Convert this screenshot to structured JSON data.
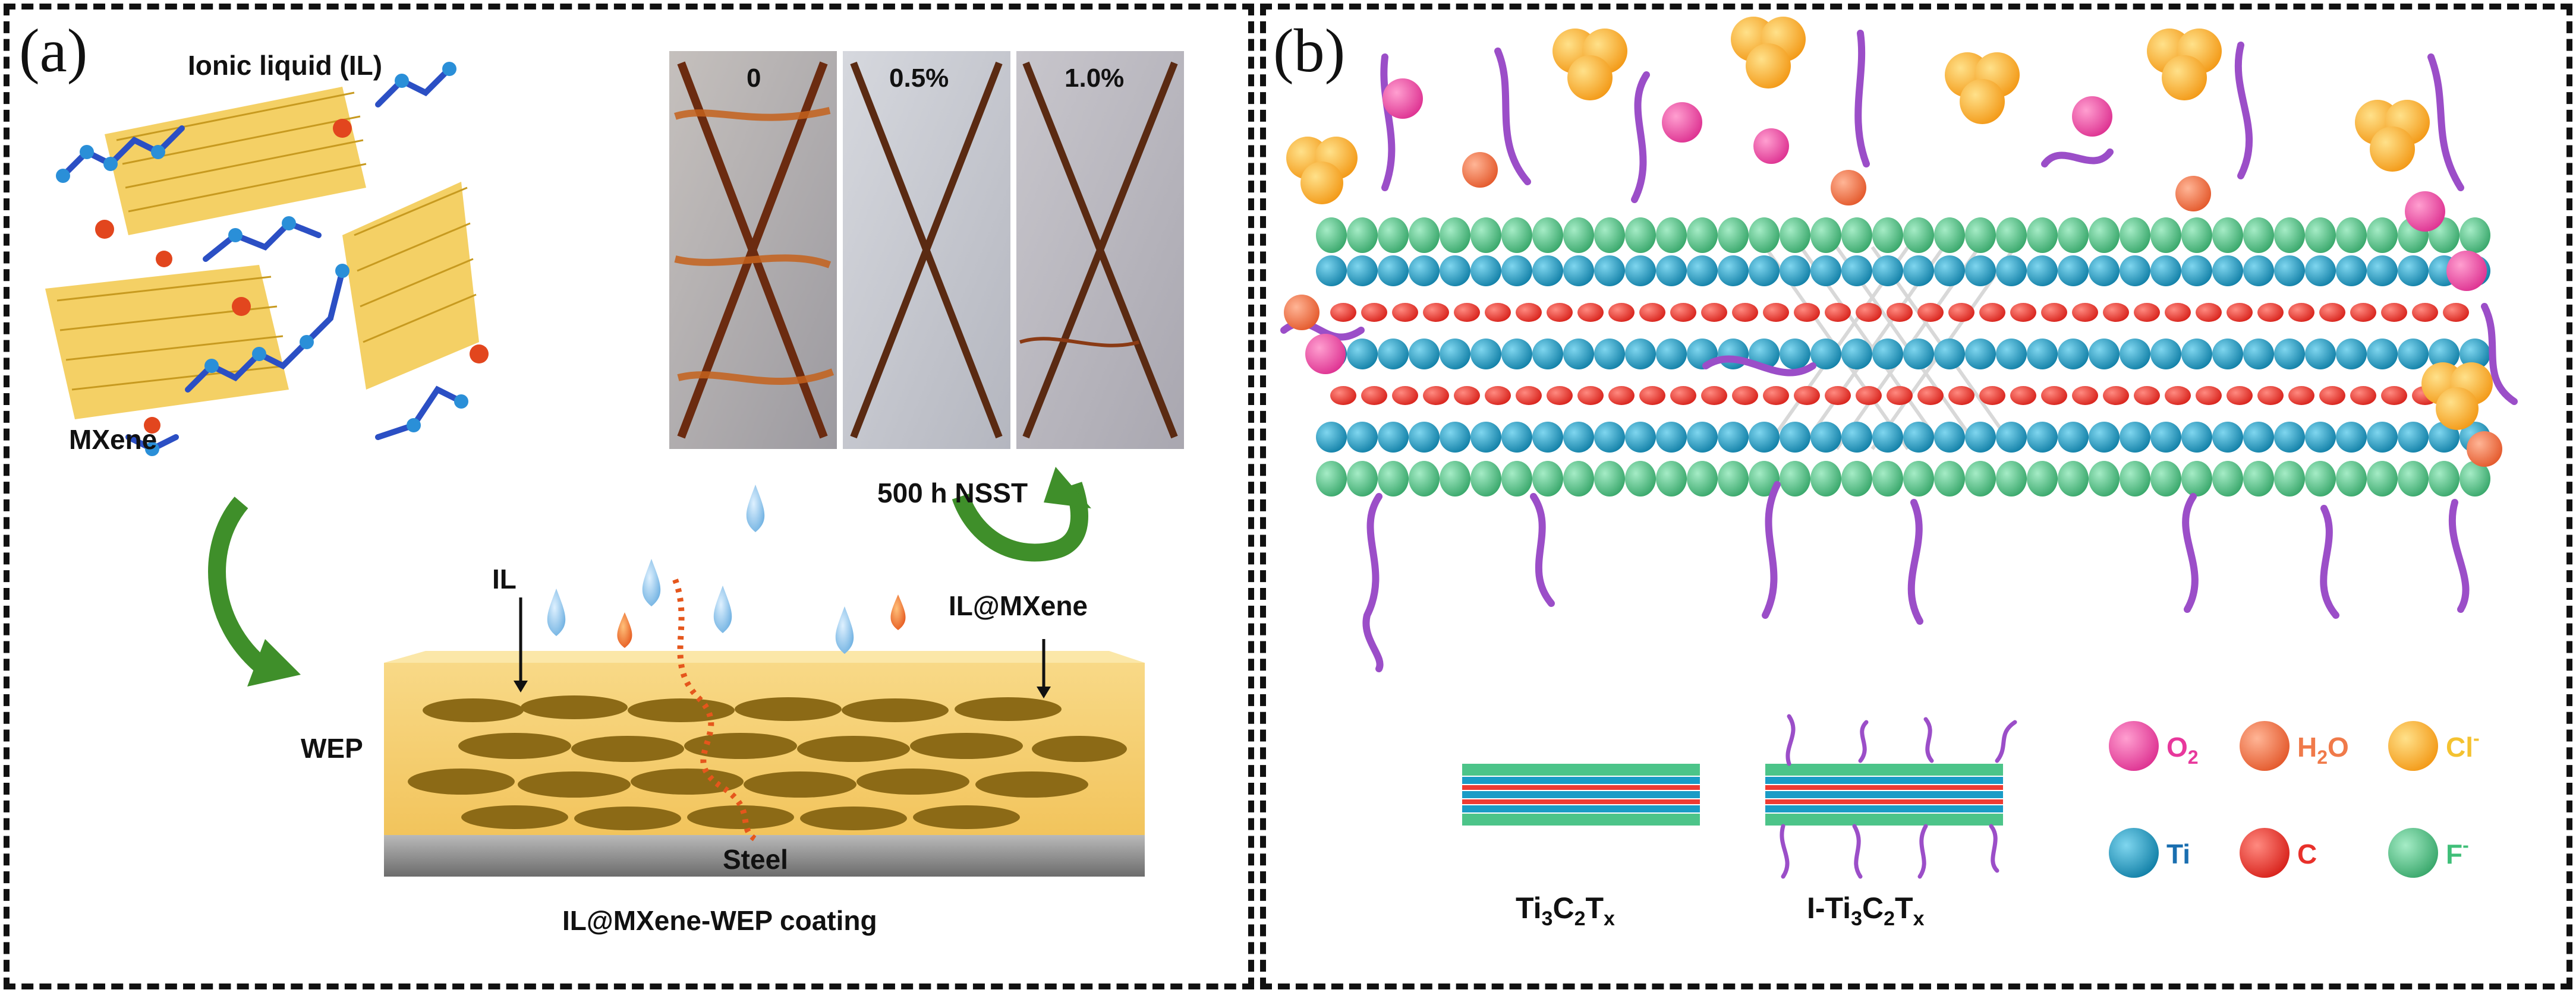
{
  "panel_a": {
    "label": "(a)",
    "ionic_liquid": "Ionic liquid (IL)",
    "mxene": "MXene",
    "photos": [
      {
        "label": "0"
      },
      {
        "label": "0.5%"
      },
      {
        "label": "1.0%"
      }
    ],
    "nsst": "500 h NSST",
    "il": "IL",
    "il_mxene": "IL@MXene",
    "wep": "WEP",
    "steel": "Steel",
    "caption": "IL@MXene-WEP coating"
  },
  "panel_b": {
    "label": "(b)",
    "structure_1": {
      "base": "Ti",
      "s1": "3",
      "mid": "C",
      "s2": "2",
      "t": "T",
      "s3": "x"
    },
    "structure_2": {
      "prefix": "I-Ti",
      "s1": "3",
      "mid": "C",
      "s2": "2",
      "t": "T",
      "s3": "x"
    },
    "legend": [
      {
        "name": "O",
        "sub": "2",
        "sup": "",
        "color": "#e8389c",
        "text_color": "#e8389c"
      },
      {
        "name": "H",
        "sub": "2",
        "post": "O",
        "sup": "",
        "color": "#f07a4a",
        "text_color": "#f07a4a"
      },
      {
        "name": "Cl",
        "sub": "",
        "sup": "-",
        "color": "#f4c230",
        "text_color": "#f4c230"
      },
      {
        "name": "Ti",
        "sub": "",
        "sup": "",
        "color": "#1a9cc6",
        "text_color": "#1a6fb0"
      },
      {
        "name": "C",
        "sub": "",
        "sup": "",
        "color": "#e8302a",
        "text_color": "#e8302a"
      },
      {
        "name": "F",
        "sub": "",
        "sup": "-",
        "color": "#3fbf78",
        "text_color": "#3fbf78"
      }
    ]
  },
  "colors": {
    "ti": "#1a9cc6",
    "c": "#ef3b33",
    "f": "#4cc489",
    "o2": "#ee4fa6",
    "h2o": "#f27b4f",
    "cl": "#f5b335",
    "chain": "#9b4ec8",
    "coating": "#f7d57a",
    "steel": "#8a8a8a",
    "arrow": "#3f8f2a",
    "ellipse": "#8c6a16"
  }
}
